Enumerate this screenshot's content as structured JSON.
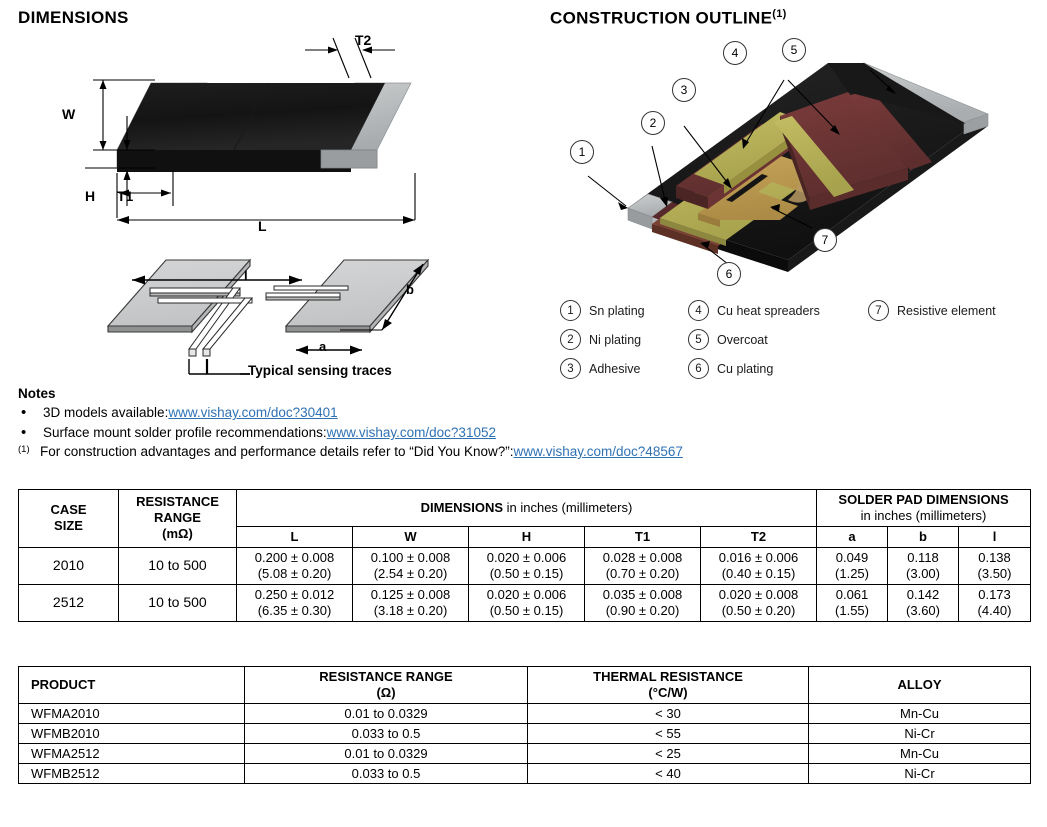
{
  "sections": {
    "dimensions_title": "DIMENSIONS",
    "construction_title": "CONSTRUCTION OUTLINE",
    "construction_title_sup": "(1)"
  },
  "dimension_labels": {
    "W": "W",
    "H": "H",
    "T1": "T1",
    "T2": "T2",
    "L": "L",
    "l": "l",
    "a": "a",
    "b": "b",
    "sensing_traces": "Typical sensing traces"
  },
  "callouts": [
    "1",
    "2",
    "3",
    "4",
    "5",
    "6",
    "7"
  ],
  "legend": [
    {
      "num": "1",
      "label": "Sn plating"
    },
    {
      "num": "2",
      "label": "Ni plating"
    },
    {
      "num": "3",
      "label": "Adhesive"
    },
    {
      "num": "4",
      "label": "Cu heat spreaders"
    },
    {
      "num": "5",
      "label": "Overcoat"
    },
    {
      "num": "6",
      "label": "Cu plating"
    },
    {
      "num": "7",
      "label": "Resistive element"
    }
  ],
  "notes": {
    "title": "Notes",
    "items": [
      {
        "marker": "•",
        "text": "3D models available: ",
        "link": "www.vishay.com/doc?30401",
        "tail": ""
      },
      {
        "marker": "•",
        "text": "Surface mount solder profile recommendations: ",
        "link": "www.vishay.com/doc?31052",
        "tail": ""
      },
      {
        "marker": "(1)",
        "text": "For construction advantages and performance details refer to “Did You Know?”: ",
        "link": "www.vishay.com/doc?48567",
        "tail": ""
      }
    ]
  },
  "table_dimensions": {
    "group_headers": {
      "case_size": "CASE\nSIZE",
      "case_size_l1": "CASE",
      "case_size_l2": "SIZE",
      "resistance_range_l1": "RESISTANCE",
      "resistance_range_l2": "RANGE",
      "resistance_range_l3": "(mΩ)",
      "dimensions_bold": "DIMENSIONS",
      "dimensions_rest": " in inches (millimeters)",
      "solder_pad_l1": "SOLDER PAD DIMENSIONS",
      "solder_pad_l2": "in inches (millimeters)"
    },
    "sub_headers": [
      "L",
      "W",
      "H",
      "T1",
      "T2",
      "a",
      "b",
      "l"
    ],
    "rows": [
      {
        "case_size": "2010",
        "resistance_range": "10 to 500",
        "L": [
          "0.200 ± 0.008",
          "(5.08 ± 0.20)"
        ],
        "W": [
          "0.100 ± 0.008",
          "(2.54 ± 0.20)"
        ],
        "H": [
          "0.020 ± 0.006",
          "(0.50 ± 0.15)"
        ],
        "T1": [
          "0.028 ± 0.008",
          "(0.70 ± 0.20)"
        ],
        "T2": [
          "0.016 ± 0.006",
          "(0.40 ± 0.15)"
        ],
        "a": [
          "0.049",
          "(1.25)"
        ],
        "b": [
          "0.118",
          "(3.00)"
        ],
        "l": [
          "0.138",
          "(3.50)"
        ]
      },
      {
        "case_size": "2512",
        "resistance_range": "10 to 500",
        "L": [
          "0.250 ± 0.012",
          "(6.35 ± 0.30)"
        ],
        "W": [
          "0.125 ± 0.008",
          "(3.18 ± 0.20)"
        ],
        "H": [
          "0.020 ± 0.006",
          "(0.50 ± 0.15)"
        ],
        "T1": [
          "0.035 ± 0.008",
          "(0.90 ± 0.20)"
        ],
        "T2": [
          "0.020 ± 0.008",
          "(0.50 ± 0.20)"
        ],
        "a": [
          "0.061",
          "(1.55)"
        ],
        "b": [
          "0.142",
          "(3.60)"
        ],
        "l": [
          "0.173",
          "(4.40)"
        ]
      }
    ]
  },
  "table_products": {
    "headers": {
      "product": "PRODUCT",
      "resistance_range_l1": "RESISTANCE RANGE",
      "resistance_range_l2": "(Ω)",
      "thermal_resistance_l1": "THERMAL RESISTANCE",
      "thermal_resistance_l2": "(°C/W)",
      "alloy": "ALLOY"
    },
    "rows": [
      {
        "product": "WFMA2010",
        "resistance_range": "0.01 to 0.0329",
        "thermal_resistance": "< 30",
        "alloy": "Mn-Cu"
      },
      {
        "product": "WFMB2010",
        "resistance_range": "0.033 to 0.5",
        "thermal_resistance": "< 55",
        "alloy": "Ni-Cr"
      },
      {
        "product": "WFMA2512",
        "resistance_range": "0.01 to 0.0329",
        "thermal_resistance": "< 25",
        "alloy": "Mn-Cu"
      },
      {
        "product": "WFMB2512",
        "resistance_range": "0.033 to 0.5",
        "thermal_resistance": "< 40",
        "alloy": "Ni-Cr"
      }
    ]
  },
  "colors": {
    "link": "#2f72b4",
    "body_black": "#141414",
    "terminal_gray": "#b9bcbd",
    "terminal_gray_dark": "#8e9294",
    "adhesive_maroon": "#6d3434",
    "cu_spreader_olive": "#b5b055",
    "resistive_gold": "#bd9a4f",
    "overcoat_black": "#1b1b1b",
    "plate_fill": "#c9cacb"
  }
}
